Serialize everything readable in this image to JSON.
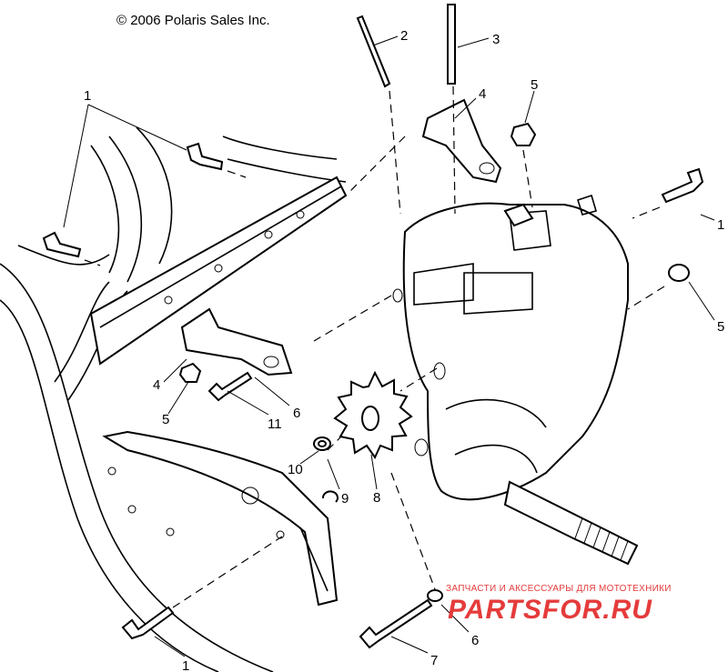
{
  "copyright": "© 2006 Polaris Sales Inc.",
  "callouts": {
    "c1_top": "1",
    "c2": "2",
    "c3": "3",
    "c4_top": "4",
    "c5_top": "5",
    "c1_right": "1",
    "c5_right": "5",
    "c4_left": "4",
    "c5_left": "5",
    "c11": "11",
    "c6_mid": "6",
    "c10": "10",
    "c9": "9",
    "c8": "8",
    "c6_bottom": "6",
    "c7": "7",
    "c1_bottom": "1"
  },
  "watermark": {
    "tagline": "ЗАПЧАСТИ И АКСЕССУАРЫ ДЛЯ МОТОТЕХНИКИ",
    "brand": "PARTSFOR.RU"
  }
}
